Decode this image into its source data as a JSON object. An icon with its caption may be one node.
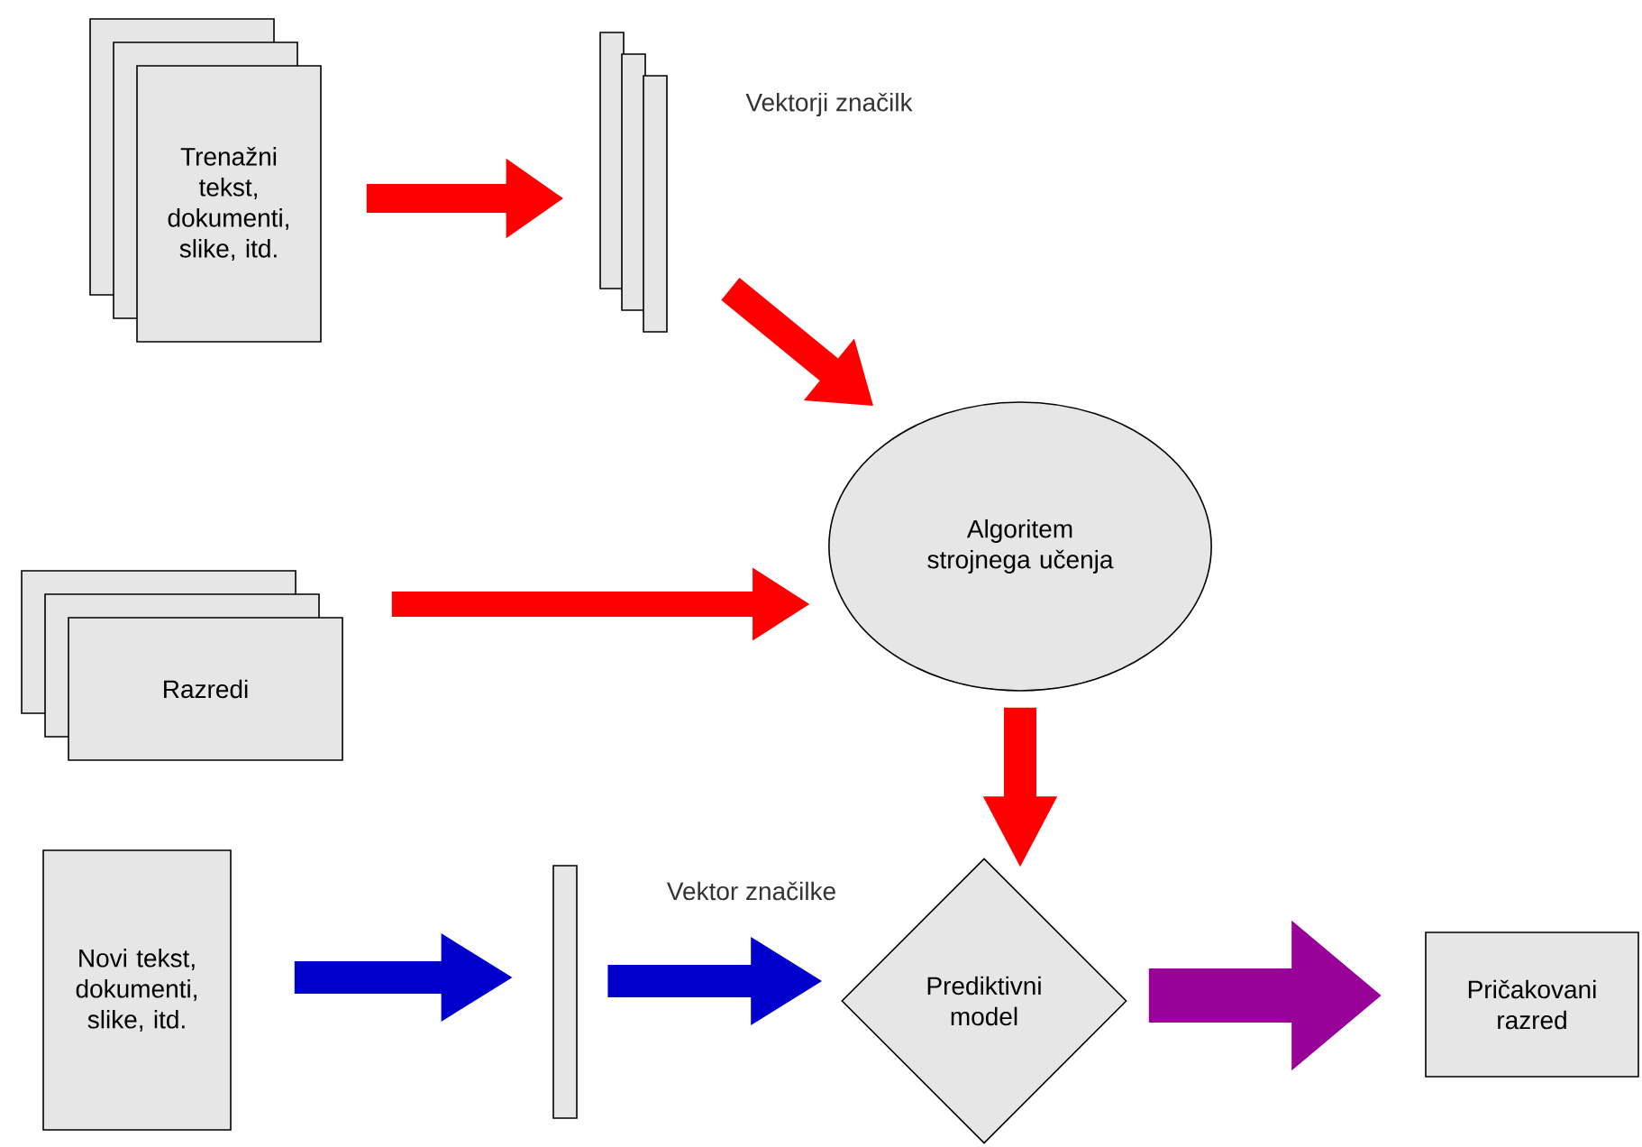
{
  "diagram": {
    "nodes": [
      {
        "text": [
          "Trenažni tekst, dokumenti, slike, itd."
        ]
      },
      {
        "text": [],
        "shape": "bar"
      },
      {
        "text": [
          "Algoritem strojnega učenja"
        ]
      },
      {
        "text": [
          "Razredi"
        ]
      },
      {
        "text": [
          "Novi tekst, dokumenti, slike, itd."
        ]
      },
      {
        "text": [],
        "shape": "bar"
      },
      {
        "text": [
          "Prediktivni model"
        ]
      },
      {
        "text": [
          "Pričakovani razred"
        ]
      }
    ],
    "edges": [
      {
        "from": 0,
        "to": 1,
        "arrow": "to"
      },
      {
        "from": 1,
        "to": 2,
        "arrow": "to"
      },
      {
        "from": 3,
        "to": 2,
        "arrow": "to"
      },
      {
        "from": 2,
        "to": 6,
        "arrow": "to"
      },
      {
        "from": 4,
        "to": 5,
        "arrow": "to",
        "color": "#0000cc"
      },
      {
        "from": 5,
        "to": 6,
        "arrow": "to",
        "color": "#0000cc"
      },
      {
        "from": 6,
        "to": 7,
        "arrow": "to",
        "color": "#990099"
      }
    ],
    "labels": [
      "Vektorji značilk",
      "Vektor značilke"
    ]
  }
}
